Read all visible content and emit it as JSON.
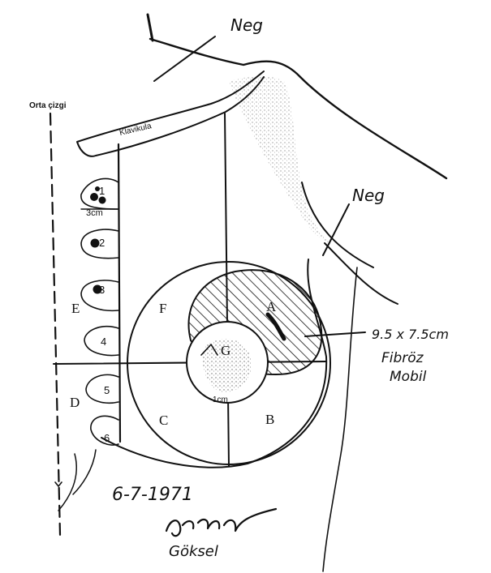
{
  "labels": {
    "midline": "Orta çizgi",
    "clavicle": "Klavikula",
    "neg_top": "Neg",
    "neg_axilla": "Neg",
    "zones": {
      "A": "A",
      "B": "B",
      "C": "C",
      "D": "D",
      "E": "E",
      "F": "F",
      "G": "G"
    },
    "intercostal": [
      "1",
      "2",
      "3",
      "4",
      "5",
      "6"
    ],
    "width_3cm": "3cm",
    "areola_1cm": "1cm"
  },
  "annotation": {
    "size": "9.5 x 7.5cm",
    "consistency": "Fibröz",
    "mobility": "Mobil"
  },
  "date": "6-7-1971",
  "signature_name": "Göksel",
  "colors": {
    "ink": "#111111",
    "paper": "#ffffff",
    "stipple": "#555555"
  }
}
